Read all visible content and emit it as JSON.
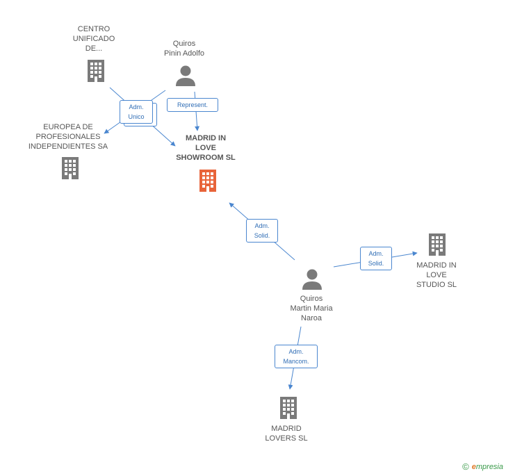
{
  "colors": {
    "building": "#7a7a7a",
    "building_main": "#e8643a",
    "person": "#7a7a7a",
    "edge": "#4a86cf",
    "text": "#555555"
  },
  "nodes": {
    "centro": {
      "label": "CENTRO\nUNIFICADO\nDE...",
      "icon": "building-icon"
    },
    "quiros_pinin": {
      "label": "Quiros\nPinin Adolfo",
      "icon": "person-icon"
    },
    "europea": {
      "label": "EUROPEA DE\nPROFESIONALES\nINDEPENDIENTES SA",
      "icon": "building-icon"
    },
    "madrid_showroom": {
      "label": "MADRID IN\nLOVE\nSHOWROOM SL",
      "icon": "building-icon"
    },
    "quiros_martin": {
      "label": "Quiros\nMartin Maria\nNaroa",
      "icon": "person-icon"
    },
    "madrid_studio": {
      "label": "MADRID IN\nLOVE\nSTUDIO SL",
      "icon": "building-icon"
    },
    "madrid_lovers": {
      "label": "MADRID\nLOVERS  SL",
      "icon": "building-icon"
    }
  },
  "edges": {
    "adm_unico": "Adm.\nUnico",
    "represent": "Represent.",
    "adm_solid_1": "Adm.\nSolid.",
    "adm_solid_2": "Adm.\nSolid.",
    "adm_mancom": "Adm.\nMancom."
  },
  "footer": {
    "copyright": "©",
    "brand_first": "e",
    "brand_rest": "mpresia"
  }
}
